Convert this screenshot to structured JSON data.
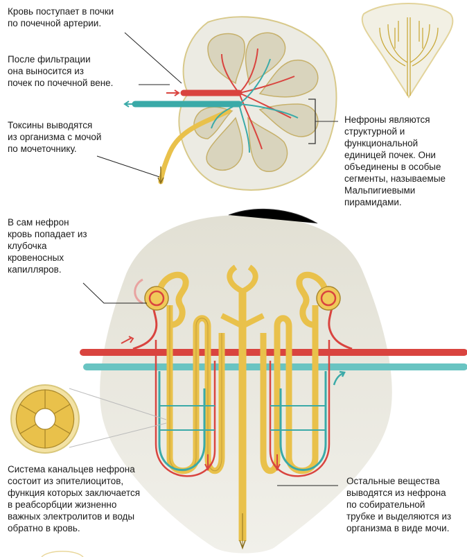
{
  "labels": {
    "artery": "Кровь поступает в почки\nпо почечной артерии.",
    "vein": "После фильтрации\nона выносится из\nпочек по почечной вене.",
    "ureter": "Токсины выводятся\nиз организма с мочой\nпо мочеточнику.",
    "nephrons": "Нефроны являются\nструктурной и\nфункциональной\nединицей почек. Они\nобъединены в особые\nсегменты, называемые\nМальпигиевыми\nпирамидами.",
    "glomerulus": "В сам нефрон\nкровь попадает из\nклубочка\nкровеносных\nкапилляров.",
    "tubules": "Система канальцев нефрона\nсостоит из эпителиоцитов,\nфункция которых заключается\nв реабсорбции жизненно\nважных электролитов и воды\nобратно в кровь.",
    "collecting": "Остальные вещества\nвыводятся из нефрона\nпо собирательной\nтрубке и выделяются из\nорганизма в виде мочи."
  },
  "colors": {
    "artery": "#d9443f",
    "vein": "#3aaaa8",
    "tubule": "#e9c14b",
    "tubule_outline": "#a8862a",
    "tissue": "#ecebe3",
    "kidney_outline": "#d8c98a"
  }
}
